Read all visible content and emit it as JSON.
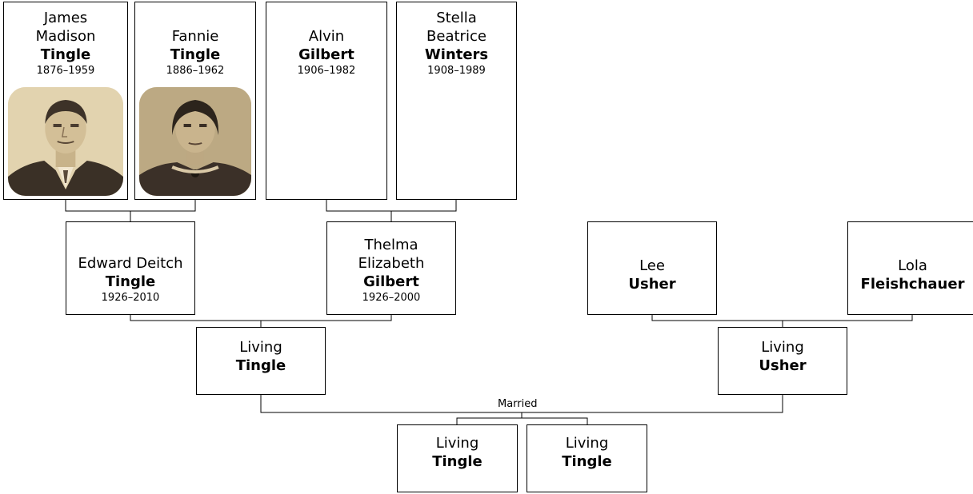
{
  "people": {
    "james": {
      "first": "James\nMadison",
      "last": "Tingle",
      "years": "1876–1959",
      "photo": "portrait-man"
    },
    "fannie": {
      "first": "Fannie",
      "last": "Tingle",
      "years": "1886–1962",
      "photo": "portrait-woman"
    },
    "alvin": {
      "first": "Alvin",
      "last": "Gilbert",
      "years": "1906–1982"
    },
    "stella": {
      "first": "Stella\nBeatrice",
      "last": "Winters",
      "years": "1908–1989"
    },
    "edward": {
      "first": "Edward Deitch",
      "last": "Tingle",
      "years": "1926–2010"
    },
    "thelma": {
      "first": "Thelma\nElizabeth",
      "last": "Gilbert",
      "years": "1926–2000"
    },
    "lee": {
      "first": "Lee",
      "last": "Usher"
    },
    "lola": {
      "first": "Lola",
      "last": "Fleishchauer"
    },
    "living_tingle_parent": {
      "first": "Living",
      "last": "Tingle"
    },
    "living_usher": {
      "first": "Living",
      "last": "Usher"
    },
    "child1": {
      "first": "Living",
      "last": "Tingle"
    },
    "child2": {
      "first": "Living",
      "last": "Tingle"
    }
  },
  "marriage_label": "Married",
  "colors": {
    "line": "#000000",
    "box_border": "#000000",
    "photo_sepia": "#e7d8b6"
  }
}
